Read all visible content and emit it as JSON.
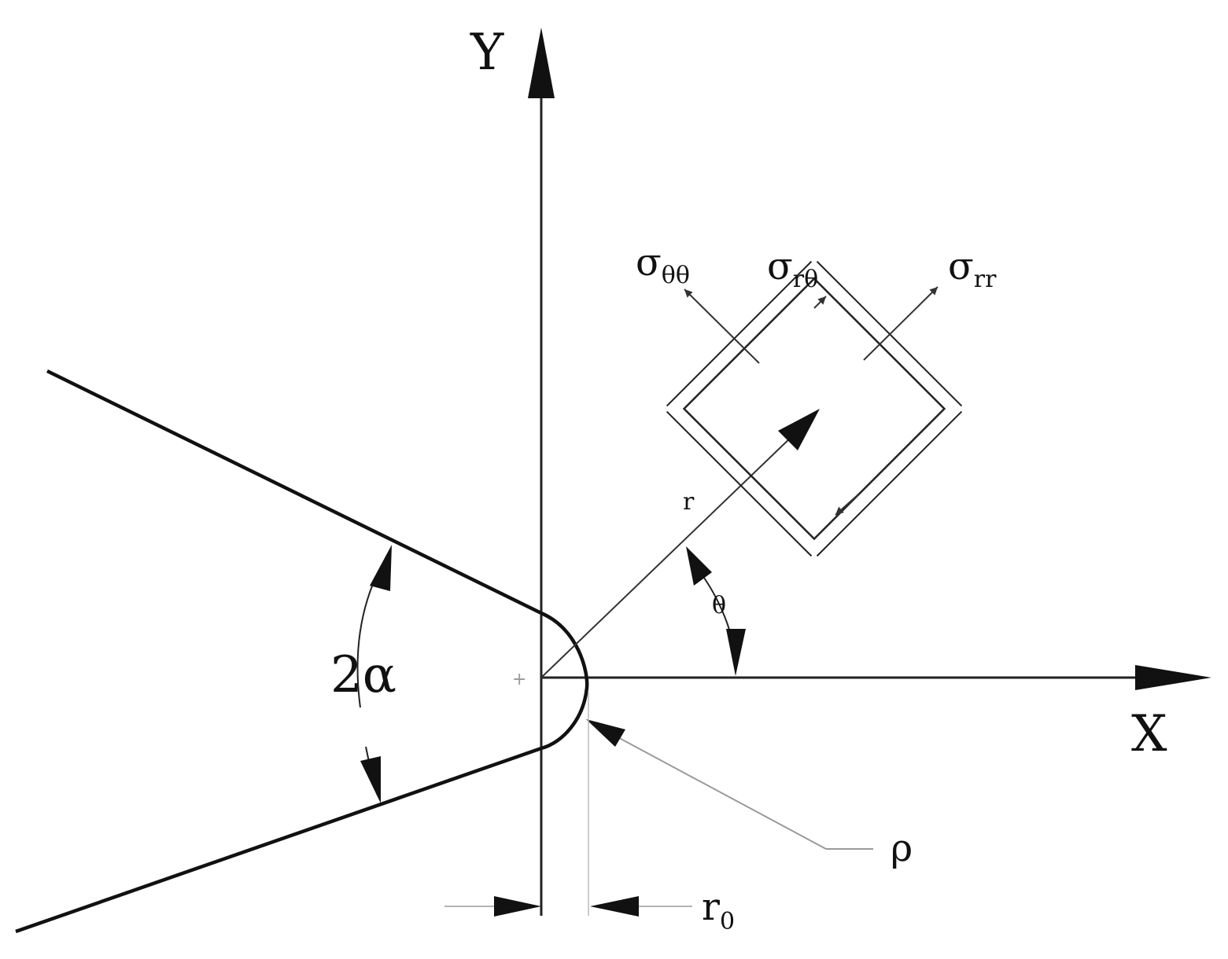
{
  "labels": {
    "y_axis": "Y",
    "x_axis": "X",
    "notch_angle": "2α",
    "radius": "r",
    "theta": "θ",
    "rho": "ρ",
    "r0_base": "r",
    "r0_sub": "0",
    "sigma_tt_base": "σ",
    "sigma_tt_sub": "θθ",
    "sigma_rt_base": "σ",
    "sigma_rt_sub": "rθ",
    "sigma_rr_base": "σ",
    "sigma_rr_sub": "rr"
  },
  "colors": {
    "ink": "#111111",
    "thin": "#333333",
    "guide": "#9a9a9a"
  }
}
